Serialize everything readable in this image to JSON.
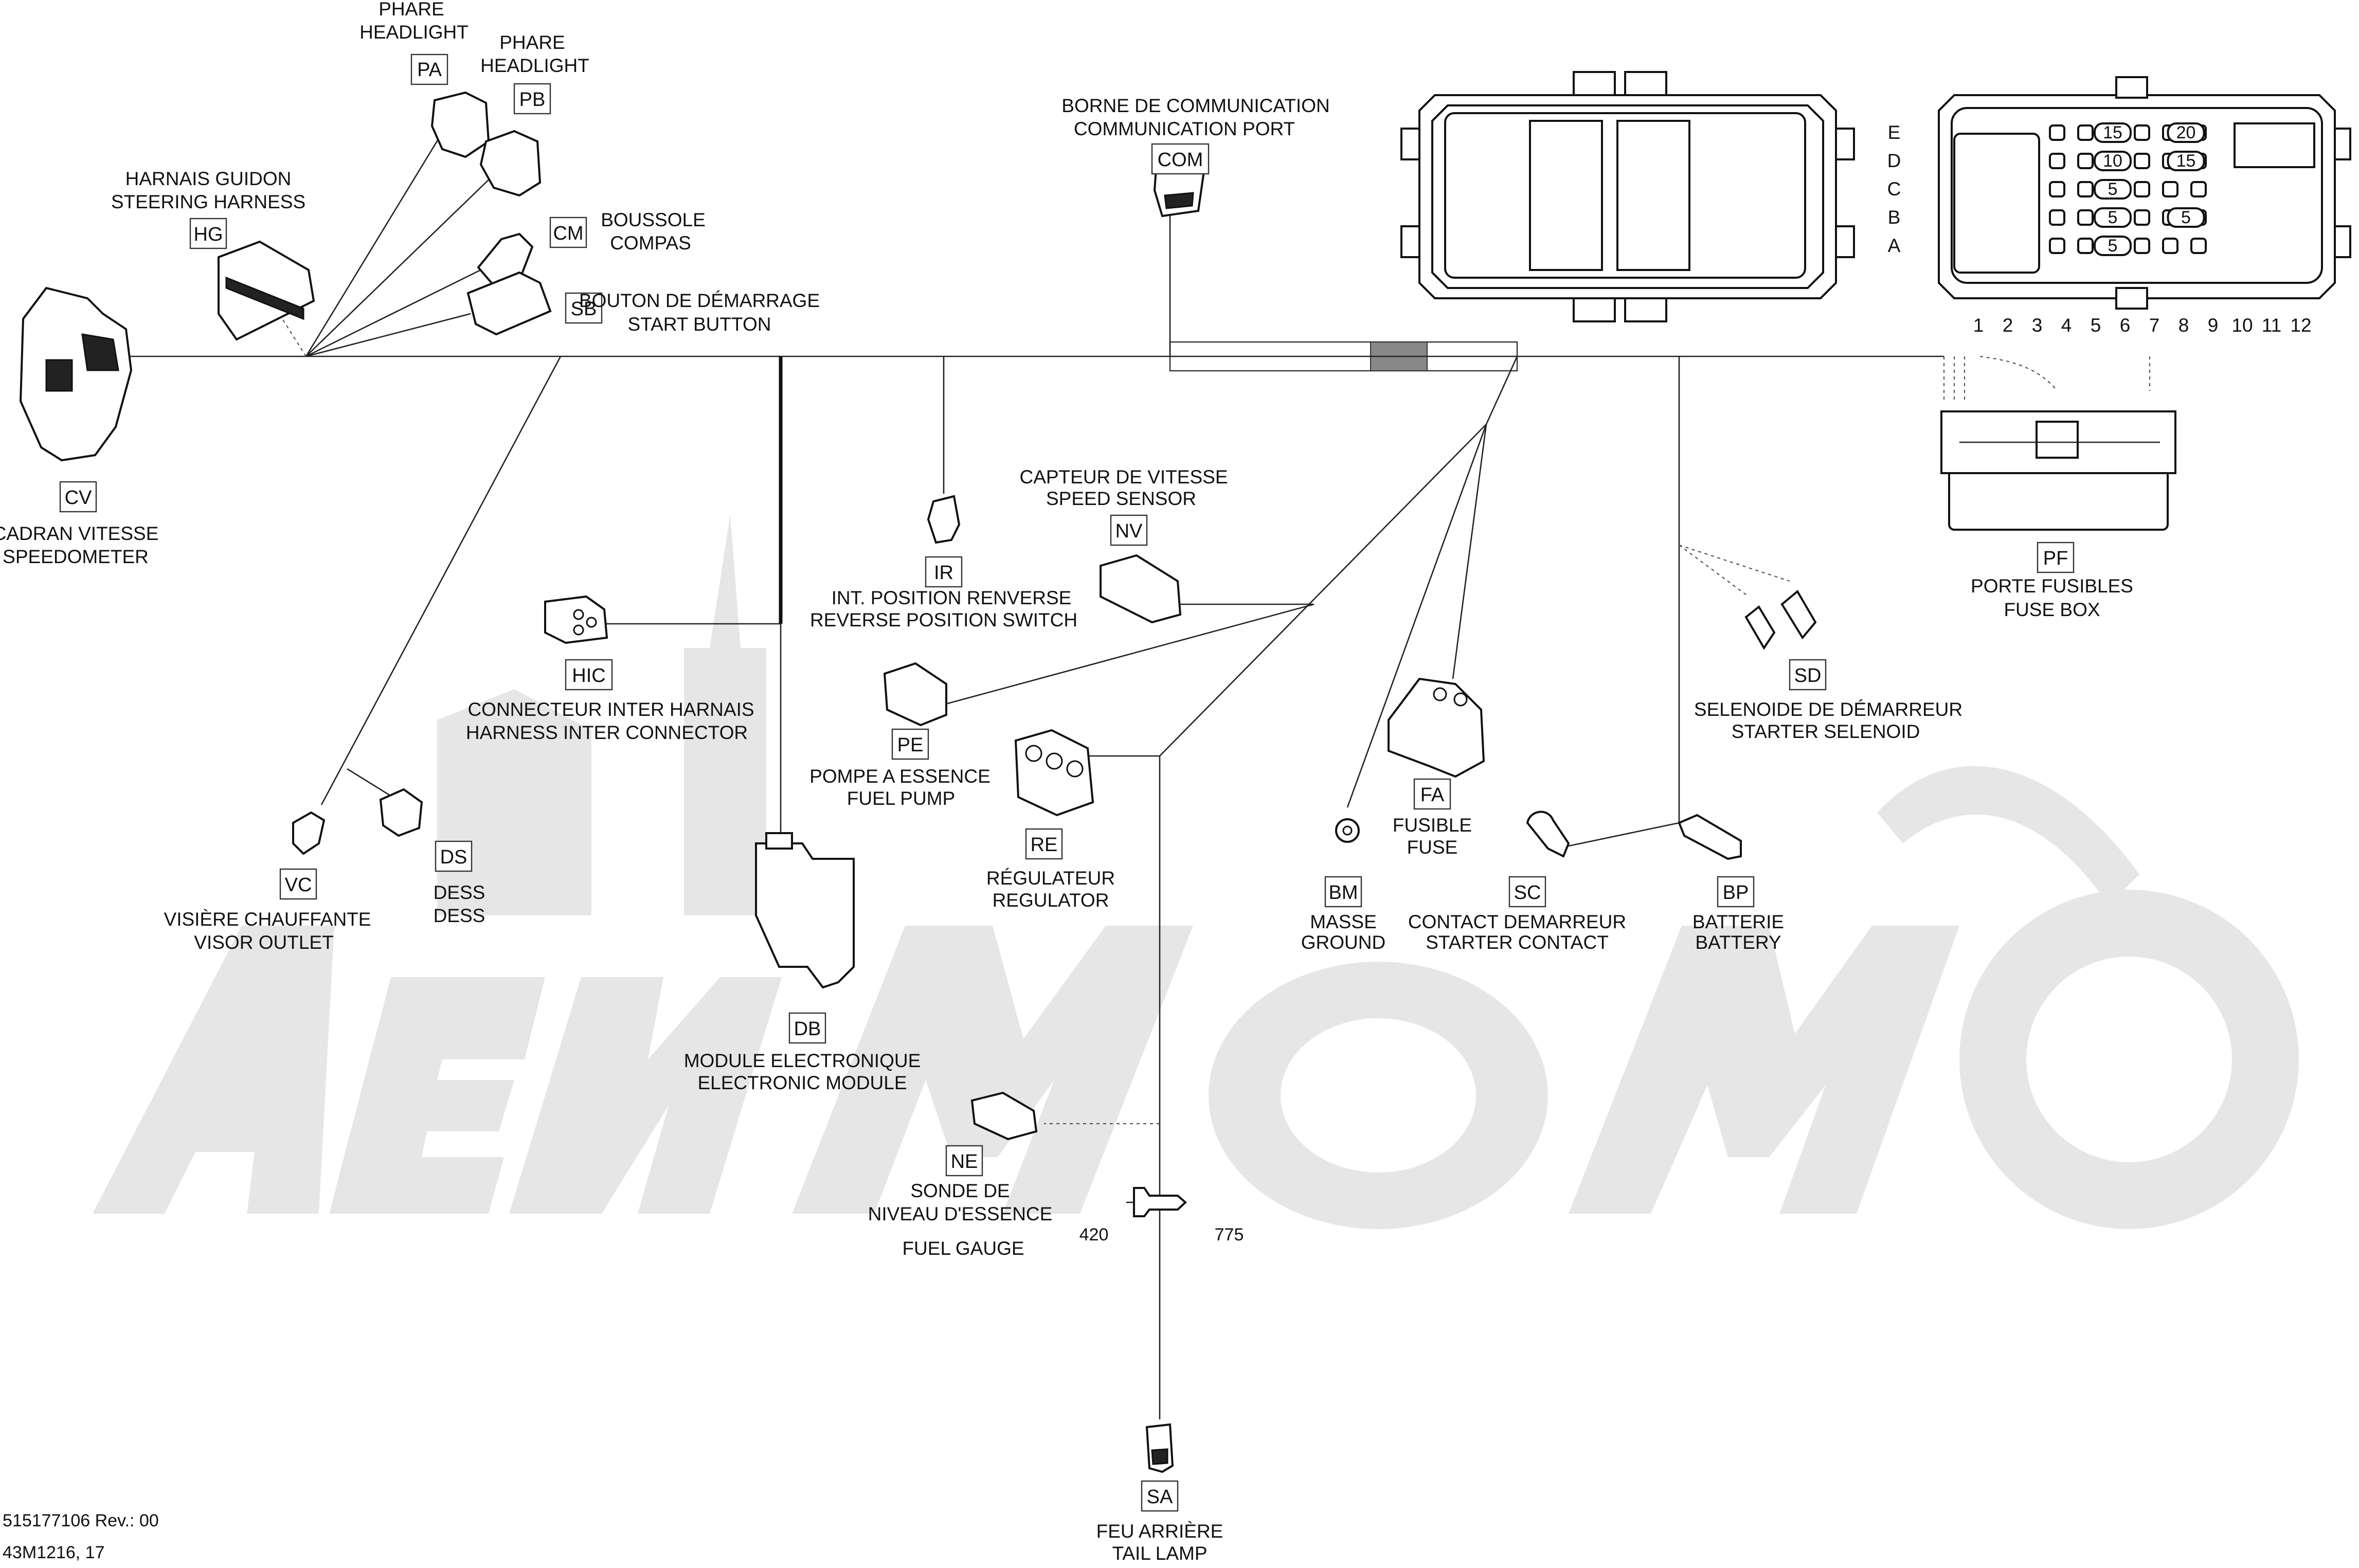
{
  "components": {
    "pa": {
      "code": "PA",
      "fr": "PHARE",
      "en": "HEADLIGHT"
    },
    "pb": {
      "code": "PB",
      "fr": "PHARE",
      "en": "HEADLIGHT"
    },
    "hg": {
      "code": "HG",
      "fr": "HARNAIS GUIDON",
      "en": "STEERING HARNESS"
    },
    "cm": {
      "code": "CM",
      "fr": "BOUSSOLE",
      "en": "COMPAS"
    },
    "sb": {
      "code": "SB",
      "fr": "BOUTON DE DÉMARRAGE",
      "en": "START BUTTON"
    },
    "cv": {
      "code": "CV",
      "fr": "CADRAN VITESSE",
      "en": "SPEEDOMETER"
    },
    "com": {
      "code": "COM",
      "fr": "BORNE DE COMMUNICATION",
      "en": "COMMUNICATION PORT"
    },
    "ir": {
      "code": "IR",
      "fr": "INT. POSITION RENVERSE",
      "en": "REVERSE POSITION SWITCH"
    },
    "nv": {
      "code": "NV",
      "fr": "CAPTEUR DE VITESSE",
      "en": "SPEED SENSOR"
    },
    "hic": {
      "code": "HIC",
      "fr": "CONNECTEUR INTER HARNAIS",
      "en": "HARNESS INTER CONNECTOR"
    },
    "pe": {
      "code": "PE",
      "fr": "POMPE A ESSENCE",
      "en": "FUEL PUMP"
    },
    "re": {
      "code": "RE",
      "fr": "RÉGULATEUR",
      "en": "REGULATOR"
    },
    "vc": {
      "code": "VC",
      "fr": "VISIÈRE CHAUFFANTE",
      "en": "VISOR OUTLET"
    },
    "ds": {
      "code": "DS",
      "fr": "DESS",
      "en": "DESS"
    },
    "db": {
      "code": "DB",
      "fr": "MODULE ELECTRONIQUE",
      "en": "ELECTRONIC MODULE"
    },
    "fa": {
      "code": "FA",
      "fr": "FUSIBLE",
      "en": "FUSE"
    },
    "bm": {
      "code": "BM",
      "fr": "MASSE",
      "en": "GROUND"
    },
    "sc": {
      "code": "SC",
      "fr": "CONTACT DEMARREUR",
      "en": "STARTER CONTACT"
    },
    "bp": {
      "code": "BP",
      "fr": "BATTERIE",
      "en": "BATTERY"
    },
    "pf": {
      "code": "PF",
      "fr": "PORTE FUSIBLES",
      "en": "FUSE BOX"
    },
    "sd": {
      "code": "SD",
      "fr": "SELENOIDE DE DÉMARREUR",
      "en": "STARTER SELENOID"
    },
    "ne": {
      "code": "NE",
      "fr1": "SONDE DE",
      "fr2": "NIVEAU D'ESSENCE",
      "en": "FUEL GAUGE"
    },
    "sa": {
      "code": "SA",
      "fr": "FEU ARRIÈRE",
      "en": "TAIL LAMP"
    }
  },
  "fuse_box_grid": {
    "rows": [
      "E",
      "D",
      "C",
      "B",
      "A"
    ],
    "columns": [
      "1",
      "2",
      "3",
      "4",
      "5",
      "6",
      "7",
      "8",
      "9",
      "10",
      "11",
      "12"
    ],
    "fuse_ratings": {
      "e1": "15",
      "e2": "20",
      "d1": "10",
      "d2": "15",
      "c1": "5",
      "b1": "5",
      "b2": "5",
      "a1": "5"
    }
  },
  "wire_ids": {
    "left": "420",
    "right": "775"
  },
  "footer": {
    "part_number": "515177106 Rev.: 00",
    "ref": "43M1216, 17"
  }
}
